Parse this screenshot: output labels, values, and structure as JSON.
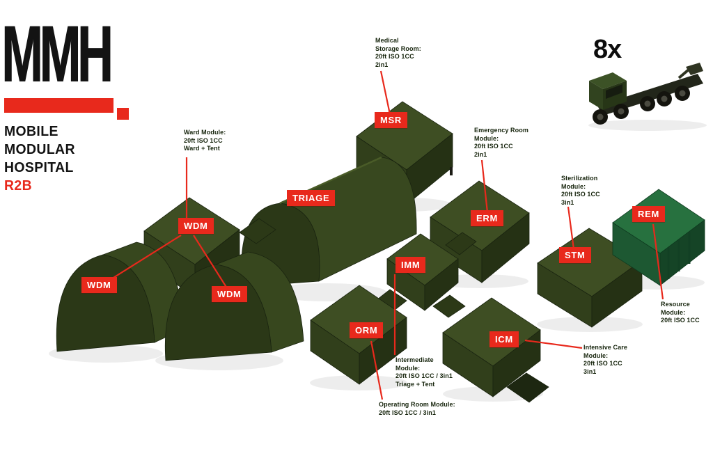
{
  "header": {
    "logo": "MMH",
    "title_line1": "MOBILE",
    "title_line2": "MODULAR",
    "title_line3": "HOSPITAL",
    "variant": "R2B"
  },
  "truck": {
    "count": "8x"
  },
  "colors": {
    "accent_red": "#e8291c",
    "module_green_top": "#3e4e23",
    "module_green_left": "#313f1b",
    "module_green_right": "#253114",
    "tent_green": "#2b3817",
    "rem_green": "#27713f",
    "annotation_text": "#16240c"
  },
  "badges": {
    "wdm1": "WDM",
    "wdm2": "WDM",
    "wdm3": "WDM",
    "triage": "TRIAGE",
    "msr": "MSR",
    "imm": "IMM",
    "erm": "ERM",
    "orm": "ORM",
    "icm": "ICM",
    "stm": "STM",
    "rem": "REM"
  },
  "annotations": {
    "ward": "Ward Module:\n20ft ISO 1CC\nWard + Tent",
    "msr": "Medical\nStorage Room:\n20ft ISO 1CC\n2in1",
    "erm": "Emergency Room\nModule:\n20ft ISO 1CC\n2in1",
    "stm": "Sterilization\nModule:\n20ft ISO 1CC\n3in1",
    "rem": "Resource\nModule:\n20ft ISO 1CC",
    "imm": "Intermediate\nModule:\n20ft ISO 1CC / 3in1\nTriage + Tent",
    "orm": "Operating Room Module:\n20ft ISO 1CC / 3in1",
    "icm": "Intensive Care\nModule:\n20ft ISO 1CC\n3in1"
  }
}
